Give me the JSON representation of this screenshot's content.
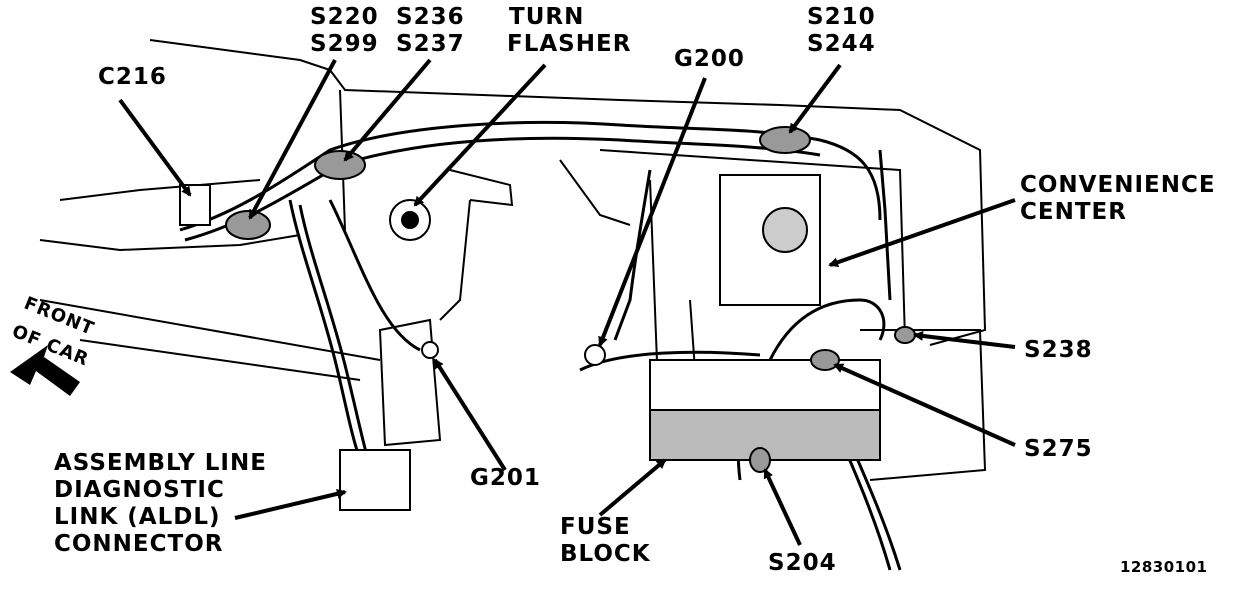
{
  "labels": {
    "c216": "C216",
    "s220": "S220",
    "s299": "S299",
    "s236": "S236",
    "s237": "S237",
    "turn": "TURN",
    "flasher": "FLASHER",
    "g200": "G200",
    "s210": "S210",
    "s244": "S244",
    "convenience": "CONVENIENCE",
    "center": "CENTER",
    "front": "FRONT",
    "of_car": "OF CAR",
    "s238": "S238",
    "s275": "S275",
    "g201": "G201",
    "fuse": "FUSE",
    "block": "BLOCK",
    "s204": "S204",
    "aldl_1": "ASSEMBLY LINE",
    "aldl_2": "DIAGNOSTIC",
    "aldl_3": "LINK (ALDL)",
    "aldl_4": "CONNECTOR",
    "figure_id": "12830101"
  }
}
